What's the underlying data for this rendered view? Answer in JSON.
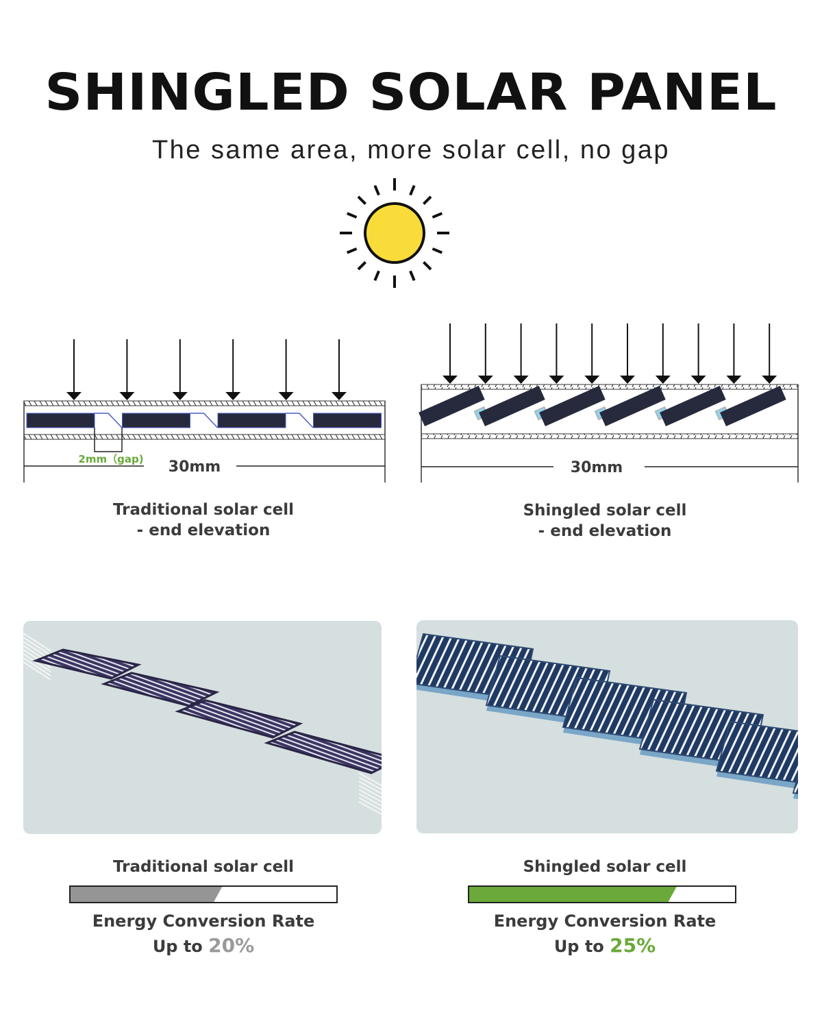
{
  "header": {
    "title": "SHINGLED SOLAR PANEL",
    "subtitle": "The same area, more solar cell, no gap"
  },
  "sun": {
    "icon": "sun-icon",
    "color": "#f9dc3a"
  },
  "diagrams": {
    "traditional": {
      "gap_label": "2mm（gap)",
      "width_label": "30mm",
      "caption_line1": "Traditional solar cell",
      "caption_line2": "- end elevation",
      "arrow_count": 6,
      "cell_count": 4
    },
    "shingled": {
      "width_label": "30mm",
      "caption_line1": "Shingled solar cell",
      "caption_line2": "- end elevation",
      "arrow_count": 10,
      "cell_count": 6
    }
  },
  "comparison": {
    "traditional": {
      "label": "Traditional solar cell",
      "rate_label": "Energy Conversion Rate",
      "up_to": "Up to",
      "value": "20%",
      "bar_fill": 0.57,
      "bar_color": "#959595"
    },
    "shingled": {
      "label": "Shingled solar cell",
      "rate_label": "Energy Conversion Rate",
      "up_to": "Up to",
      "value": "25%",
      "bar_fill": 0.78,
      "bar_color": "#6aa93a"
    }
  },
  "colors": {
    "cell": "#262a3c",
    "accent_green": "#6aa93a",
    "photo_bg": "#d5dfdf",
    "text": "#3b3b3b"
  }
}
